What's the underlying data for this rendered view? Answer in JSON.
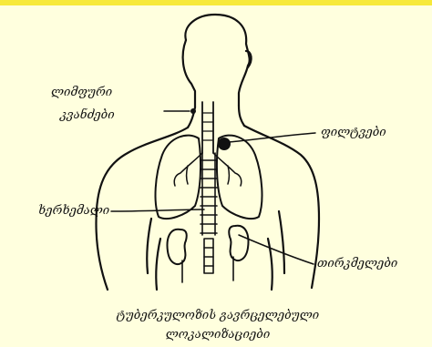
{
  "labels": {
    "lymph_nodes_line1": "ლიმფური",
    "lymph_nodes_line2": "კვანძები",
    "lungs": "ფილტვები",
    "spine": "ხერხემალი",
    "kidneys": "თირკმელები"
  },
  "caption": {
    "line1": "ტუბერკულოზის გავრცელებული",
    "line2": "ლოკალიზაციები"
  },
  "colors": {
    "background": "#ffffde",
    "accent_bar": "#f7e93a",
    "ink": "#111111"
  }
}
